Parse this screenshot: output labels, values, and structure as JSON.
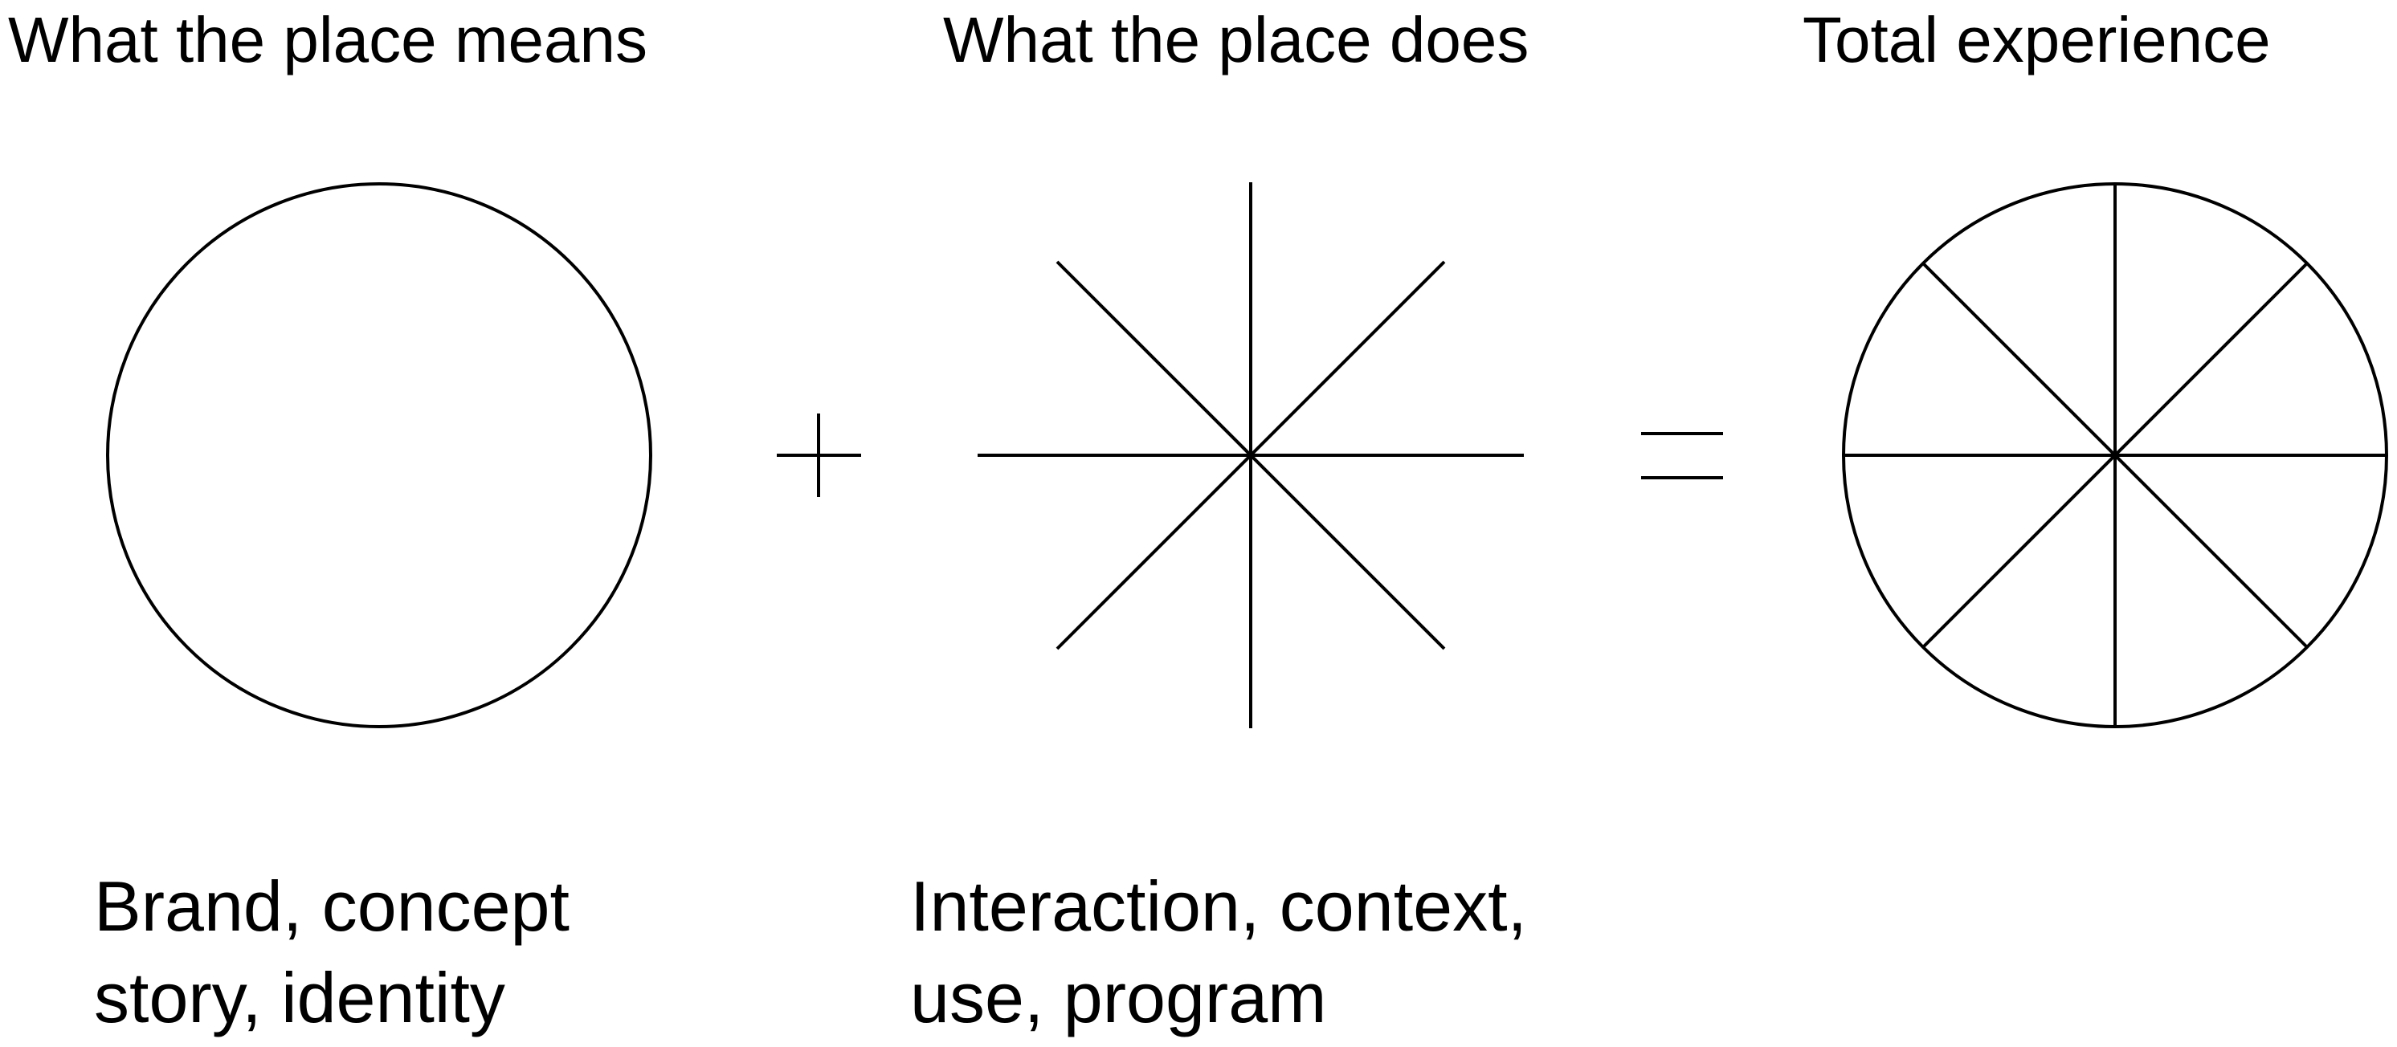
{
  "headings": {
    "meaning": "What the place means",
    "function": "What the place does",
    "total": "Total experience"
  },
  "captions": {
    "meaning": [
      "Brand, concept",
      "story, identity"
    ],
    "function": [
      "Interaction, context,",
      "use, program"
    ]
  },
  "operators": {
    "plus": "plus-sign",
    "equals": "equals-sign"
  },
  "colors": {
    "stroke": "#000000",
    "background": "#ffffff"
  }
}
